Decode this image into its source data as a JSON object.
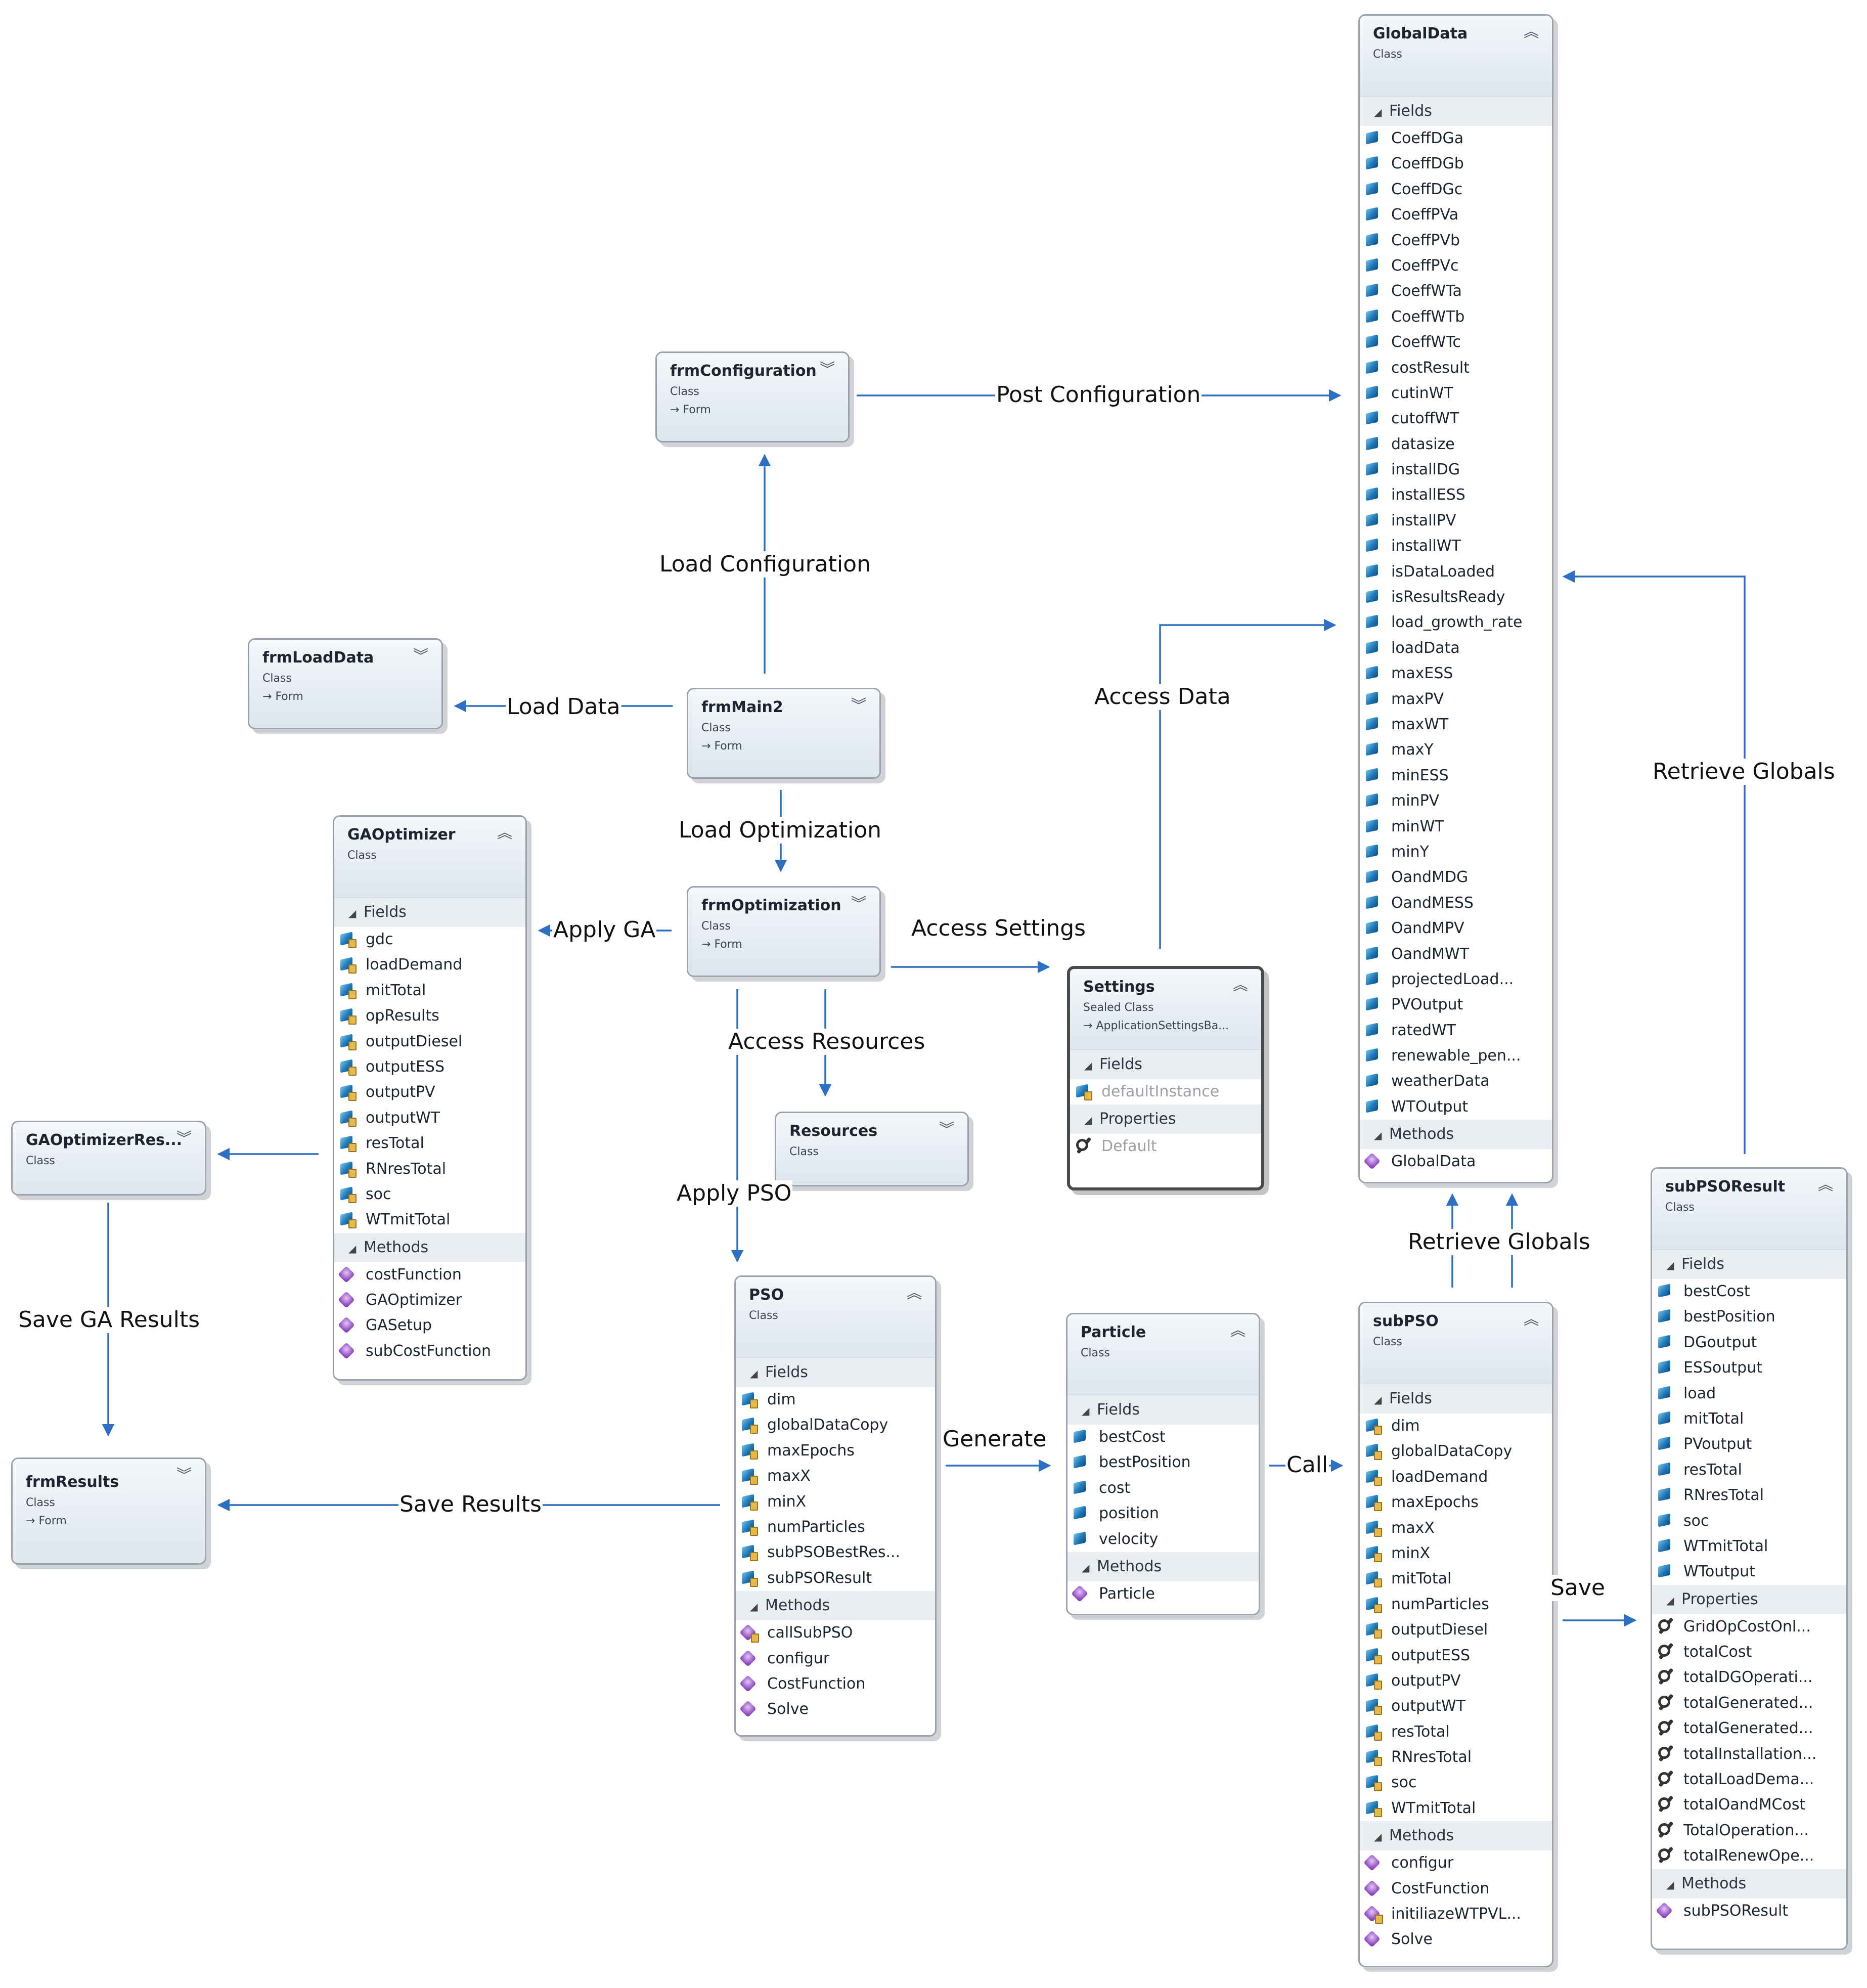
{
  "classes": {
    "globaldata": {
      "name": "GlobalData",
      "type": "Class",
      "fields_title": "Fields",
      "fields": [
        "CoeffDGa",
        "CoeffDGb",
        "CoeffDGc",
        "CoeffPVa",
        "CoeffPVb",
        "CoeffPVc",
        "CoeffWTa",
        "CoeffWTb",
        "CoeffWTc",
        "costResult",
        "cutinWT",
        "cutoffWT",
        "datasize",
        "installDG",
        "installESS",
        "installPV",
        "installWT",
        "isDataLoaded",
        "isResultsReady",
        "load_growth_rate",
        "loadData",
        "maxESS",
        "maxPV",
        "maxWT",
        "maxY",
        "minESS",
        "minPV",
        "minWT",
        "minY",
        "OandMDG",
        "OandMESS",
        "OandMPV",
        "OandMWT",
        "projectedLoad...",
        "PVOutput",
        "ratedWT",
        "renewable_pen...",
        "weatherData",
        "WTOutput"
      ],
      "methods_title": "Methods",
      "methods": [
        "GlobalData"
      ]
    },
    "frmconfiguration": {
      "name": "frmConfiguration",
      "type": "Class",
      "base": "Form"
    },
    "frmloaddata": {
      "name": "frmLoadData",
      "type": "Class",
      "base": "Form"
    },
    "frmmain2": {
      "name": "frmMain2",
      "type": "Class",
      "base": "Form"
    },
    "frmoptimization": {
      "name": "frmOptimization",
      "type": "Class",
      "base": "Form"
    },
    "resources": {
      "name": "Resources",
      "type": "Class"
    },
    "gaoptimizerres": {
      "name": "GAOptimizerRes...",
      "type": "Class"
    },
    "frmresults": {
      "name": "frmResults",
      "type": "Class",
      "base": "Form"
    },
    "gaoptimizer": {
      "name": "GAOptimizer",
      "type": "Class",
      "fields_title": "Fields",
      "fields": [
        "gdc",
        "loadDemand",
        "mitTotal",
        "opResults",
        "outputDiesel",
        "outputESS",
        "outputPV",
        "outputWT",
        "resTotal",
        "RNresTotal",
        "soc",
        "WTmitTotal"
      ],
      "methods_title": "Methods",
      "methods": [
        "costFunction",
        "GAOptimizer",
        "GASetup",
        "subCostFunction"
      ]
    },
    "settings": {
      "name": "Settings",
      "type": "Sealed Class",
      "base": "ApplicationSettingsBa...",
      "fields_title": "Fields",
      "fields": [
        "defaultInstance"
      ],
      "properties_title": "Properties",
      "properties": [
        "Default"
      ]
    },
    "pso": {
      "name": "PSO",
      "type": "Class",
      "fields_title": "Fields",
      "fields": [
        "dim",
        "globalDataCopy",
        "maxEpochs",
        "maxX",
        "minX",
        "numParticles",
        "subPSOBestRes...",
        "subPSOResult"
      ],
      "methods_title": "Methods",
      "methods": [
        "callSubPSO",
        "configur",
        "CostFunction",
        "Solve"
      ]
    },
    "particle": {
      "name": "Particle",
      "type": "Class",
      "fields_title": "Fields",
      "fields": [
        "bestCost",
        "bestPosition",
        "cost",
        "position",
        "velocity"
      ],
      "methods_title": "Methods",
      "methods": [
        "Particle"
      ]
    },
    "subpso": {
      "name": "subPSO",
      "type": "Class",
      "fields_title": "Fields",
      "fields": [
        "dim",
        "globalDataCopy",
        "loadDemand",
        "maxEpochs",
        "maxX",
        "minX",
        "mitTotal",
        "numParticles",
        "outputDiesel",
        "outputESS",
        "outputPV",
        "outputWT",
        "resTotal",
        "RNresTotal",
        "soc",
        "WTmitTotal"
      ],
      "methods_title": "Methods",
      "methods": [
        "configur",
        "CostFunction",
        "initiliazeWTPVL...",
        "Solve"
      ]
    },
    "subpsoresult": {
      "name": "subPSOResult",
      "type": "Class",
      "fields_title": "Fields",
      "fields": [
        "bestCost",
        "bestPosition",
        "DGoutput",
        "ESSoutput",
        "load",
        "mitTotal",
        "PVoutput",
        "resTotal",
        "RNresTotal",
        "soc",
        "WTmitTotal",
        "WToutput"
      ],
      "properties_title": "Properties",
      "properties": [
        "GridOpCostOnl...",
        "totalCost",
        "totalDGOperati...",
        "totalGenerated...",
        "totalGenerated...",
        "totalInstallation...",
        "totalLoadDema...",
        "totalOandMCost",
        "TotalOperation...",
        "totalRenewOpe..."
      ],
      "methods_title": "Methods",
      "methods": [
        "subPSOResult"
      ]
    }
  },
  "labels": {
    "post_configuration": "Post Configuration",
    "load_configuration": "Load Configuration",
    "load_data": "Load Data",
    "load_optimization": "Load Optimization",
    "apply_ga": "Apply GA",
    "access_settings": "Access Settings",
    "access_data": "Access Data",
    "access_resources": "Access Resources",
    "apply_pso": "Apply PSO",
    "retrieve_globals_right": "Retrieve Globals",
    "retrieve_globals_bottom": "Retrieve Globals",
    "save_ga_results": "Save GA Results",
    "save_results": "Save Results",
    "generate": "Generate",
    "call": "Call",
    "save": "Save"
  },
  "colors": {
    "arrow": "#2e6fc4",
    "text": "#111111",
    "header": "#dde5ee",
    "border": "#9aa3ad"
  },
  "icons": {
    "field": "field-cube-icon",
    "private_field": "private-field-icon",
    "method": "method-cube-icon",
    "private_method": "private-method-icon",
    "property": "property-wrench-icon",
    "collapse": "chevron-double-up-icon",
    "expand": "chevron-double-down-icon",
    "section": "triangle-down-icon",
    "inherits": "inherits-arrow-icon"
  }
}
